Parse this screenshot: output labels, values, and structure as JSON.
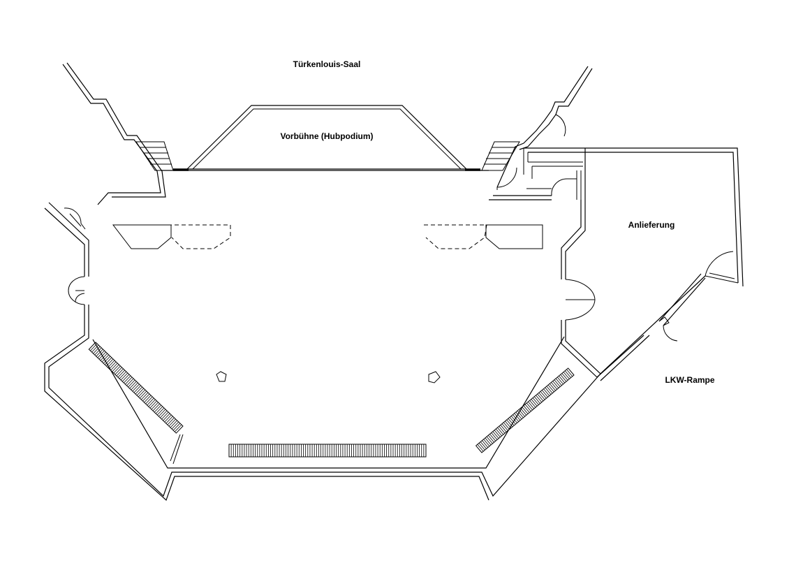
{
  "labels": {
    "hall_name": "Türkenlouis-Saal",
    "forestage": "Vorbühne (Hubpodium)",
    "delivery": "Anlieferung",
    "truck_ramp": "LKW-Rampe"
  }
}
